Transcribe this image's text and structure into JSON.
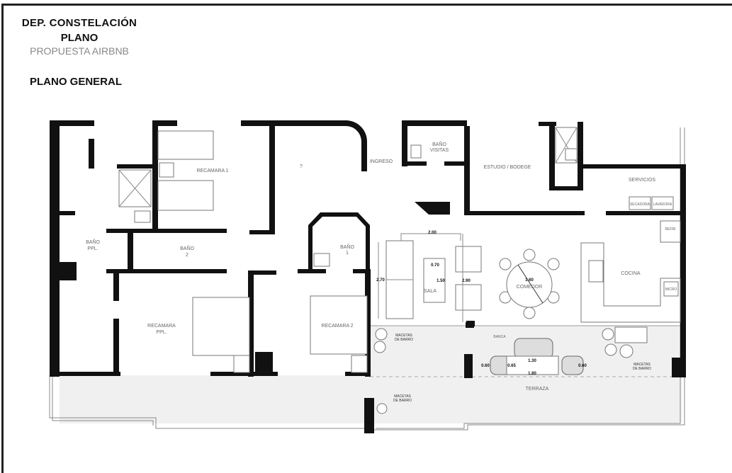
{
  "header": {
    "project": "DEP. CONSTELACIÓN",
    "doc": "PLANO",
    "subtitle": "PROPUESTA AIRBNB",
    "section": "PLANO GENERAL"
  },
  "rooms": {
    "recamara1": "RECAMARA 1",
    "unknown": "?",
    "ingreso": "INGRESO",
    "bano_visitas_1": "BAÑO",
    "bano_visitas_2": "VISITAS",
    "estudio": "ESTUDIO / BODEGE",
    "servicios": "SERVICIOS",
    "secadora": "SECADORA",
    "lavadora": "LAVADORA",
    "refri": "REFRI",
    "bano_ppl_1": "BAÑO",
    "bano_ppl_2": "PPL.",
    "bano2_1": "BAÑO",
    "bano2_2": "2",
    "bano1_1": "BAÑO",
    "bano1_2": "1",
    "recamara_ppl_1": "RECAMARA",
    "recamara_ppl_2": "PPL.",
    "recamara2": "RECAMARA 2",
    "sala": "SALA",
    "comedor": "COMEDOR",
    "cocina": "COCINA",
    "micro": "MICRO",
    "terraza": "TERRAZA",
    "banca": "BANCA",
    "macetas_1": "MACETAS",
    "macetas_2": "DE BARRO"
  },
  "dimensions": {
    "sala_width": "2.00",
    "sofa_length": "2.70",
    "table_w": "0.70",
    "table_l": "1.50",
    "sala_depth": "2.90",
    "comedor_diam": "1.60",
    "banca_inner": "1.30",
    "banca_total": "1.80",
    "banca_left": "0.60",
    "banca_mid": "0.65",
    "banca_right": "0.60"
  }
}
